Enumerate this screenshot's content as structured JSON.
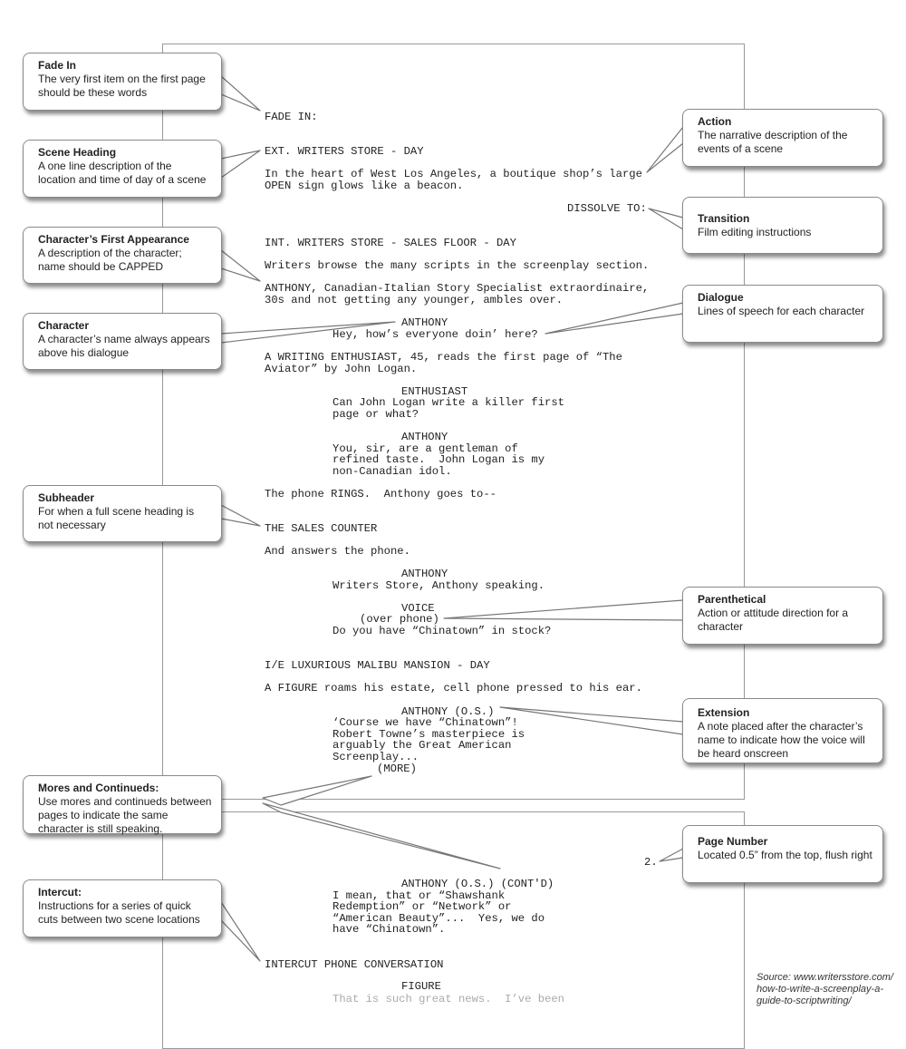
{
  "script": {
    "lines": [
      "FADE IN:",
      "EXT. WRITERS STORE - DAY",
      "In the heart of West Los Angeles, a boutique shop’s large",
      "OPEN sign glows like a beacon.",
      "DISSOLVE TO:",
      "INT. WRITERS STORE - SALES FLOOR - DAY",
      "Writers browse the many scripts in the screenplay section.",
      "ANTHONY, Canadian-Italian Story Specialist extraordinaire,",
      "30s and not getting any younger, ambles over.",
      "ANTHONY",
      "Hey, how’s everyone doin’ here?",
      "A WRITING ENTHUSIAST, 45, reads the first page of “The",
      "Aviator” by John Logan.",
      "ENTHUSIAST",
      "Can John Logan write a killer first",
      "page or what?",
      "ANTHONY",
      "You, sir, are a gentleman of",
      "refined taste.  John Logan is my",
      "non-Canadian idol.",
      "The phone RINGS.  Anthony goes to--",
      "THE SALES COUNTER",
      "And answers the phone.",
      "ANTHONY",
      "Writers Store, Anthony speaking.",
      "VOICE",
      "(over phone)",
      "Do you have “Chinatown” in stock?",
      "I/E LUXURIOUS MALIBU MANSION - DAY",
      "A FIGURE roams his estate, cell phone pressed to his ear.",
      "ANTHONY (O.S.)",
      "‘Course we have “Chinatown”!",
      "Robert Towne’s masterpiece is",
      "arguably the Great American",
      "Screenplay...",
      "(MORE)",
      "2.",
      "ANTHONY (O.S.) (CONT'D)",
      "I mean, that or “Shawshank",
      "Redemption” or “Network” or",
      "“American Beauty”...  Yes, we do",
      "have “Chinatown”.",
      "INTERCUT PHONE CONVERSATION",
      "FIGURE",
      "That is such great news.  I’ve been"
    ]
  },
  "callouts": {
    "fade_in": {
      "title": "Fade In",
      "desc": "The very first item on the first page should be these words"
    },
    "scene_heading": {
      "title": "Scene Heading",
      "desc": "A one line description of the location and time of day of a scene"
    },
    "first_appearance": {
      "title": "Character’s First Appearance",
      "desc": "A description of the character; name should be CAPPED"
    },
    "character": {
      "title": "Character",
      "desc": "A character’s name always appears above his dialogue"
    },
    "subheader": {
      "title": "Subheader",
      "desc": "For when a full scene heading is not necessary"
    },
    "mores": {
      "title": "Mores and Continueds:",
      "desc": "Use mores and continueds between pages to indicate the same character is still speaking."
    },
    "intercut": {
      "title": "Intercut:",
      "desc": "Instructions for a series of quick cuts between two scene locations"
    },
    "action": {
      "title": "Action",
      "desc": "The narrative description of the events of a scene"
    },
    "transition": {
      "title": "Transition",
      "desc": "Film editing instructions"
    },
    "dialogue": {
      "title": "Dialogue",
      "desc": "Lines of speech for each character"
    },
    "parenthetical": {
      "title": "Parenthetical",
      "desc": "Action or attitude direction for a character"
    },
    "extension": {
      "title": "Extension",
      "desc": "A note placed after the character’s name to indicate how the voice will be heard onscreen"
    },
    "page_number": {
      "title": "Page Number",
      "desc": "Located 0.5” from the top, flush right"
    }
  },
  "source": "Source: www.writersstore.com/ how-to-write-a-screenplay-a-guide-to-scriptwriting/"
}
